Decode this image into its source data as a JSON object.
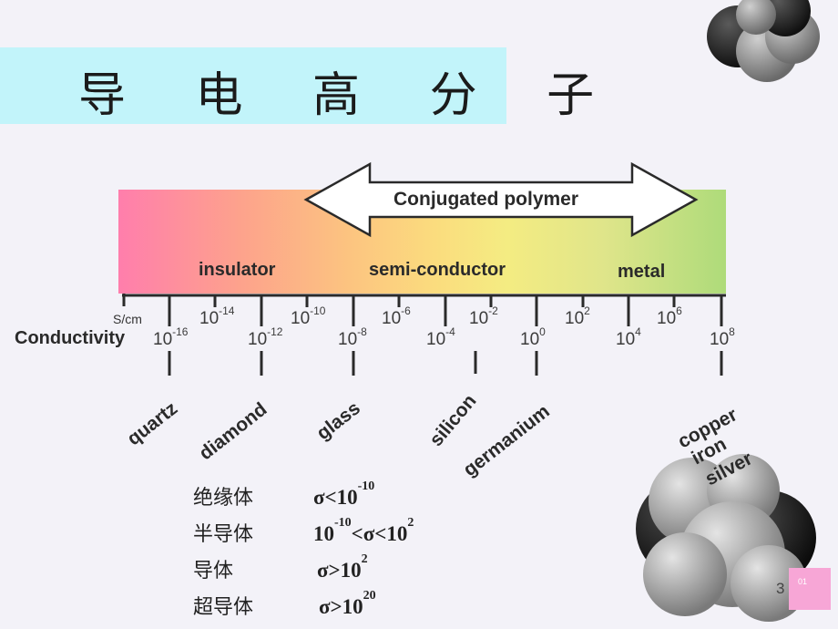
{
  "title": "导 电 高 分 子",
  "bands": {
    "insulator": "insulator",
    "semiconductor": "semi-conductor",
    "metal": "metal"
  },
  "arrow_label": "Conjugated polymer",
  "axis": {
    "unit": "S/cm",
    "name": "Conductivity",
    "upper_ticks": [
      {
        "base": "10",
        "exp": "-14"
      },
      {
        "base": "10",
        "exp": "-10"
      },
      {
        "base": "10",
        "exp": "-6"
      },
      {
        "base": "10",
        "exp": "-2"
      },
      {
        "base": "10",
        "exp": "2"
      },
      {
        "base": "10",
        "exp": "6"
      }
    ],
    "lower_ticks": [
      {
        "base": "10",
        "exp": "-16"
      },
      {
        "base": "10",
        "exp": "-12"
      },
      {
        "base": "10",
        "exp": "-8"
      },
      {
        "base": "10",
        "exp": "-4"
      },
      {
        "base": "10",
        "exp": "0"
      },
      {
        "base": "10",
        "exp": "4"
      },
      {
        "base": "10",
        "exp": "8"
      }
    ]
  },
  "materials": [
    "quartz",
    "diamond",
    "glass",
    "silicon",
    "germanium",
    "copper",
    "iron",
    "silver"
  ],
  "legend": [
    {
      "zh": "绝缘体",
      "expr_pre": "σ<10",
      "exp1": "-10",
      "expr_mid": "",
      "exp2": ""
    },
    {
      "zh": "半导体",
      "expr_pre": "10",
      "exp1": "-10",
      "expr_mid": "<σ<10",
      "exp2": "2"
    },
    {
      "zh": "导体",
      "expr_pre": "σ>10",
      "exp1": "2",
      "expr_mid": "",
      "exp2": ""
    },
    {
      "zh": "超导体",
      "expr_pre": "σ>10",
      "exp1": "20",
      "expr_mid": "",
      "exp2": ""
    }
  ],
  "page_number": "3",
  "corner_tag": "01",
  "colors": {
    "title_band": "#c2f4fa",
    "accent_pink": "#f7a6d6"
  }
}
